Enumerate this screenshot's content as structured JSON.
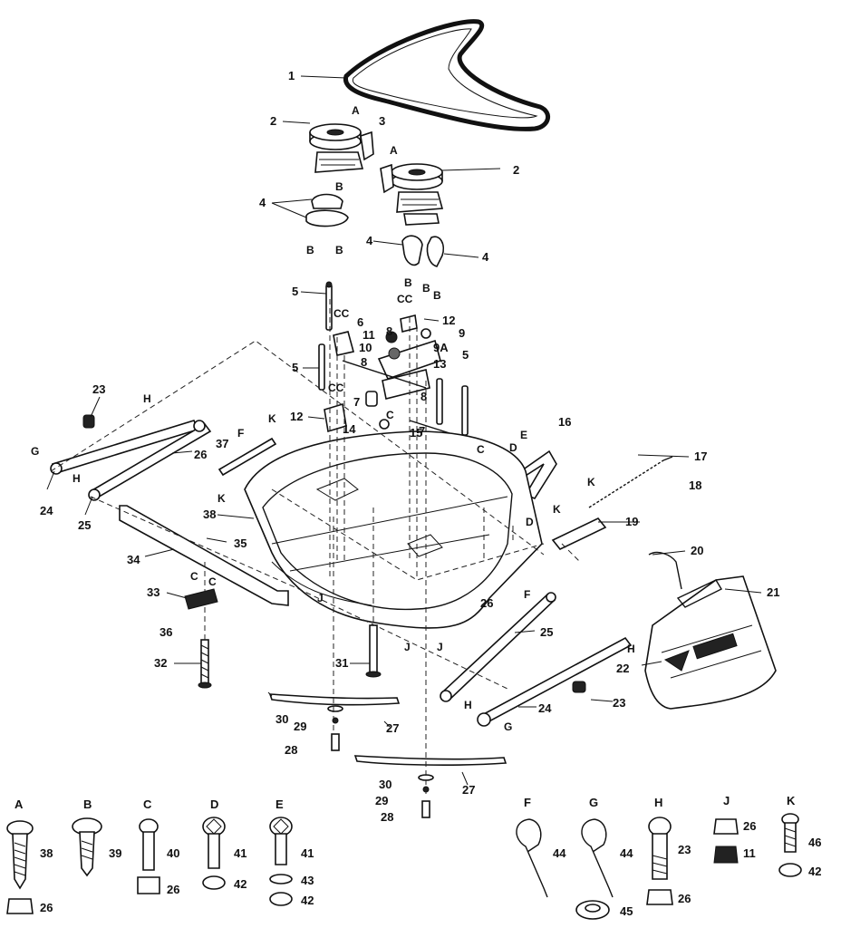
{
  "callouts": {
    "c1": "1",
    "c2a": "2",
    "c2b": "2",
    "c3": "3",
    "c4a": "4",
    "c4b": "4",
    "c4c": "4",
    "c5a": "5",
    "c5b": "5",
    "c5c": "5",
    "c6": "6",
    "c7a": "7",
    "c7b": "7",
    "c8a": "8",
    "c8b": "8",
    "c8c": "8",
    "c9": "9",
    "c9a": "9A",
    "c10": "10",
    "c11": "11",
    "c12a": "12",
    "c12b": "12",
    "c13": "13",
    "c14": "14",
    "c15": "15",
    "c16": "16",
    "c17": "17",
    "c18": "18",
    "c19": "19",
    "c20": "20",
    "c21": "21",
    "c22": "22",
    "c23a": "23",
    "c23b": "23",
    "c24a": "24",
    "c24b": "24",
    "c25a": "25",
    "c25b": "25",
    "c26a": "26",
    "c26b": "26",
    "c27a": "27",
    "c27b": "27",
    "c28a": "28",
    "c28b": "28",
    "c29a": "29",
    "c29b": "29",
    "c30a": "30",
    "c30b": "30",
    "c31": "31",
    "c32": "32",
    "c33": "33",
    "c34": "34",
    "c35": "35",
    "c36": "36",
    "c37": "37",
    "c38": "38"
  },
  "refs": {
    "A1": "A",
    "A2": "A",
    "B1": "B",
    "B2": "B",
    "B3": "B",
    "B4": "B",
    "B5": "B",
    "B6": "B",
    "CC1": "CC",
    "CC2": "CC",
    "CC3": "CC",
    "C1": "C",
    "C2": "C",
    "C3": "C",
    "C4": "C",
    "D1": "D",
    "D2": "D",
    "E1": "E",
    "F1": "F",
    "F2": "F",
    "G1": "G",
    "G2": "G",
    "H1": "H",
    "H2": "H",
    "H3": "H",
    "H4": "H",
    "J1": "J",
    "J2": "J",
    "J3": "J",
    "K1": "K",
    "K2": "K",
    "K3": "K",
    "K4": "K"
  },
  "legend": {
    "A": {
      "letter": "A",
      "part": "38",
      "nut": "26"
    },
    "B": {
      "letter": "B",
      "part": "39"
    },
    "C": {
      "letter": "C",
      "part": "40",
      "nut": "26"
    },
    "D": {
      "letter": "D",
      "part": "41",
      "nut": "42"
    },
    "E": {
      "letter": "E",
      "part": "41",
      "washer": "43",
      "nut": "42"
    },
    "F": {
      "letter": "F",
      "part": "44"
    },
    "G": {
      "letter": "G",
      "part": "44",
      "washer": "45"
    },
    "H": {
      "letter": "H",
      "part": "23",
      "nut": "26"
    },
    "J": {
      "letter": "J",
      "part": "26",
      "washer": "11"
    },
    "K": {
      "letter": "K",
      "part": "46",
      "nut": "42"
    }
  }
}
